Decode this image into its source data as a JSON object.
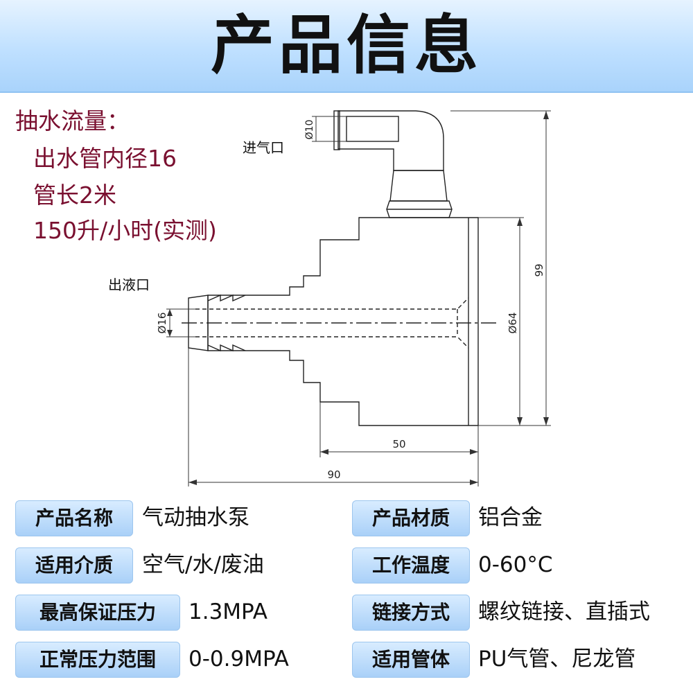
{
  "header": {
    "title": "产品信息"
  },
  "flow_info": {
    "heading": "抽水流量：",
    "lines": [
      "出水管内径16",
      "管长2米",
      "150升/小时(实测)"
    ]
  },
  "drawing": {
    "inlet_label": "进气口",
    "outlet_label": "出液口",
    "dim_inlet_dia": "Ø10",
    "dim_outlet_dia": "Ø16",
    "dim_body_dia": "Ø64",
    "dim_height": "99",
    "dim_base_length": "50",
    "dim_total_length": "90"
  },
  "specs": {
    "left": [
      {
        "label": "产品名称",
        "value": "气动抽水泵"
      },
      {
        "label": "适用介质",
        "value": "空气/水/废油"
      },
      {
        "label": "最高保证压力",
        "value": "1.3MPA"
      },
      {
        "label": "正常压力范围",
        "value": "0-0.9MPA"
      }
    ],
    "right": [
      {
        "label": "产品材质",
        "value": "铝合金"
      },
      {
        "label": "工作温度",
        "value": "0-60°C"
      },
      {
        "label": "链接方式",
        "value": "螺纹链接、直插式"
      },
      {
        "label": "适用管体",
        "value": "PU气管、尼龙管"
      }
    ]
  },
  "colors": {
    "header_bg": "#bfe0ff",
    "label_bg": "#a9d0f8",
    "flow_text": "#7a1030"
  }
}
